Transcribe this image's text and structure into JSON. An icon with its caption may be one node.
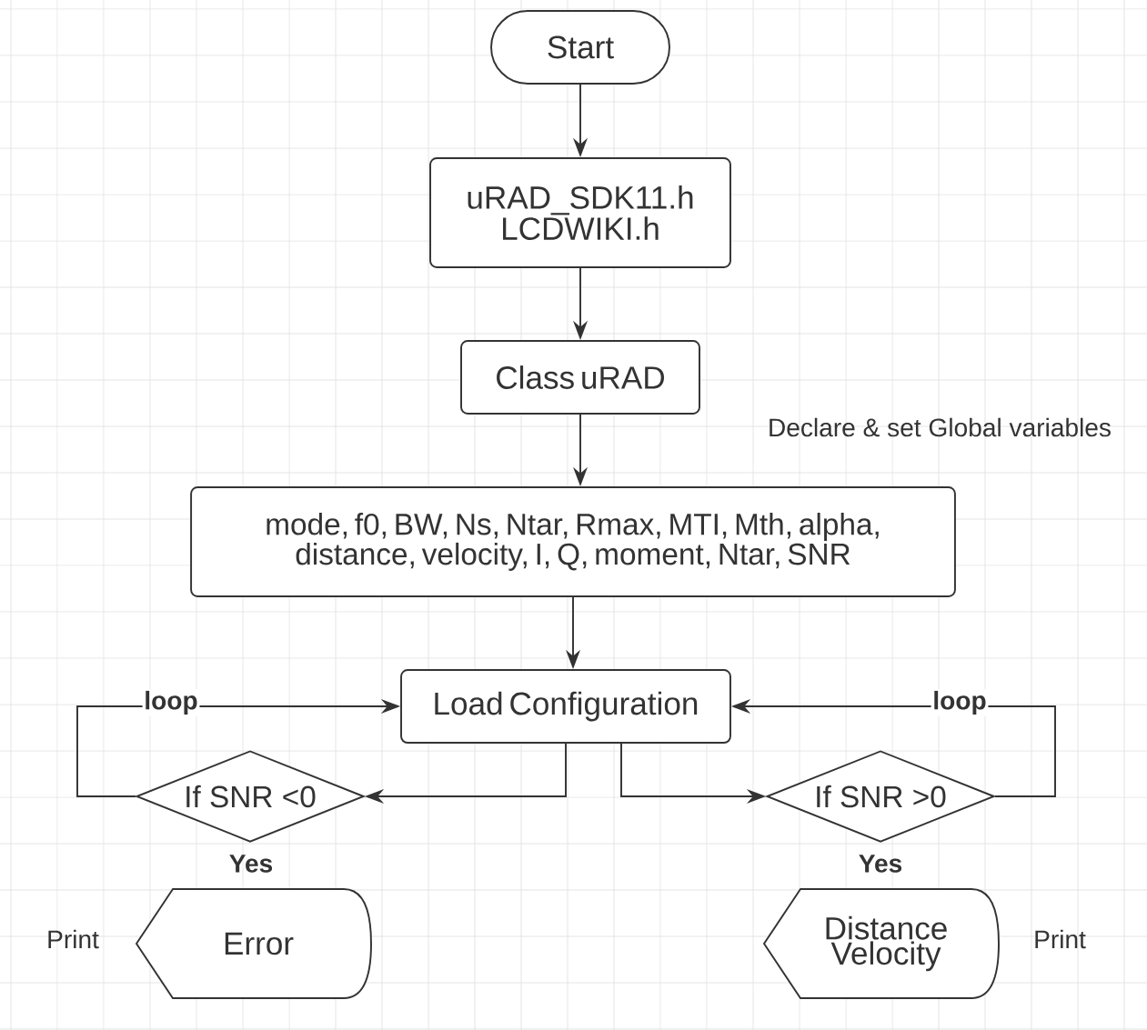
{
  "diagram": {
    "nodes": [
      {
        "text": [
          "Start"
        ]
      },
      {
        "text": [
          "uRAD_SDK11.h LCDWIKI.h"
        ]
      },
      {
        "text": [
          "Class uRAD"
        ]
      },
      {
        "text": [
          "mode, f0, BW, Ns, Ntar, Rmax, MTI, Mth, alpha, distance, velocity, I, Q, moment, Ntar, SNR"
        ],
        "beside": [
          "Declare & set Global variables"
        ]
      },
      {
        "text": [
          "Load Configuration"
        ]
      },
      {
        "text": [
          "If SNR <0"
        ],
        "beside": [
          "Yes"
        ]
      },
      {
        "text": [
          "If SNR >0"
        ],
        "beside": [
          "Yes"
        ]
      },
      {
        "text": [
          "Error"
        ],
        "beside": [
          "Print"
        ]
      },
      {
        "text": [
          "Distance Velocity"
        ],
        "beside": [
          "Print"
        ]
      }
    ],
    "edges": [
      {
        "from": 0,
        "to": 1,
        "arrow": "to"
      },
      {
        "from": 1,
        "to": 2,
        "arrow": "to"
      },
      {
        "from": 2,
        "to": 3,
        "arrow": "to"
      },
      {
        "from": 3,
        "to": 4,
        "arrow": "to"
      },
      {
        "from": 4,
        "to": 5,
        "arrow": "to"
      },
      {
        "from": 4,
        "to": 6,
        "arrow": "to"
      },
      {
        "from": 5,
        "to": 4,
        "arrow": "to",
        "label": "loop"
      },
      {
        "from": 6,
        "to": 4,
        "arrow": "to",
        "label": "loop"
      }
    ]
  }
}
